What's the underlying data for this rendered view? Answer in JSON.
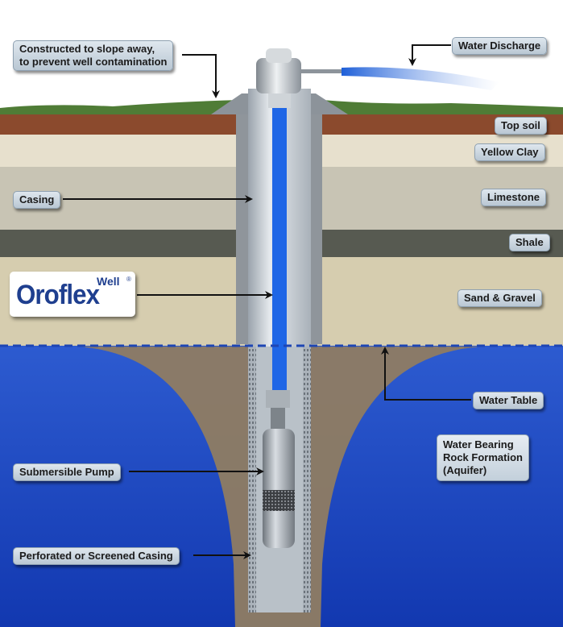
{
  "labels": {
    "slope": [
      "Constructed to slope away,",
      "to prevent well contamination"
    ],
    "discharge": "Water Discharge",
    "topsoil": "Top soil",
    "yellow_clay": "Yellow Clay",
    "casing": "Casing",
    "limestone": "Limestone",
    "shale": "Shale",
    "sand_gravel": "Sand & Gravel",
    "water_table": "Water Table",
    "aquifer": [
      "Water Bearing",
      "Rock Formation",
      "(Aquifer)"
    ],
    "pump": "Submersible Pump",
    "perforated": "Perforated or Screened Casing"
  },
  "logo": {
    "small": "Well",
    "brand": "Oroflex",
    "reg": "®"
  },
  "colors": {
    "sky": "#ffffff",
    "grass": "#4f7c36",
    "topsoil": "#8b4a2d",
    "clay": "#e7e0cd",
    "limestone": "#c8c4b4",
    "shale": "#575a51",
    "sand": "#d6cdaf",
    "water": "#2b55c8",
    "cone": "#8f7c62",
    "casing": "#c9cfd5",
    "water_column": "#1f66e6",
    "water_table_line": "#1e46b4",
    "label_bg": "#c9d4de",
    "logo_text": "#1f3f8f"
  },
  "icons": {
    "pointer": "arrow-icon",
    "pump": "pump-icon",
    "well_cap": "well-cap-icon"
  }
}
